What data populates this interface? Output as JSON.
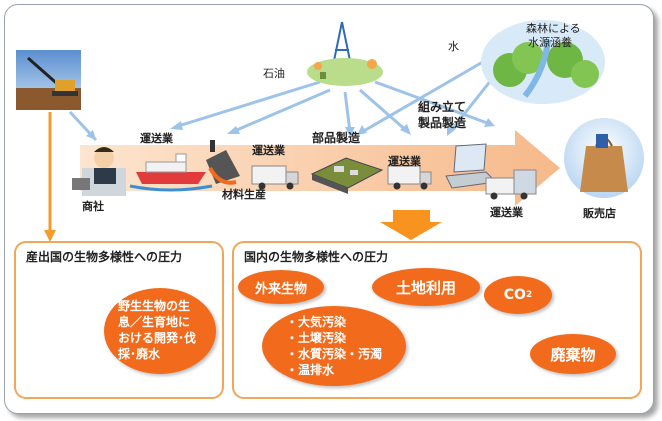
{
  "labels": {
    "oil": "石油",
    "water": "水",
    "forest_line1": "森林による",
    "forest_line2": "水源涵養",
    "transport_1": "運送業",
    "transport_2": "運送業",
    "transport_3": "運送業",
    "transport_4": "運送業",
    "materials": "材料生産",
    "parts": "部品製造",
    "assembly_line1": "組み立て",
    "assembly_line2": "製品製造",
    "trading": "商社",
    "retail": "販売店"
  },
  "panel_origin": {
    "title": "産出国の生物多様性への圧力",
    "oval_lines": [
      "野生生物の生",
      "息／生育地に",
      "おける開発･伐",
      "採･廃水"
    ]
  },
  "panel_domestic": {
    "title": "国内の生物多様性への圧力",
    "alien": "外来生物",
    "land_use": "土地利用",
    "co2_main": "CO",
    "co2_sub": "2",
    "pollution_lines": [
      "・大気汚染",
      "・土壌汚染",
      "・水質汚染・汚濁",
      "・温排水"
    ],
    "waste": "廃棄物"
  },
  "colors": {
    "accent_orange": "#f26b1d",
    "panel_border": "#f2a65a",
    "flow_arrow": "#f7c9a0",
    "connector_blue": "#9ec3e8",
    "origin_arrow": "#f59a2c"
  }
}
